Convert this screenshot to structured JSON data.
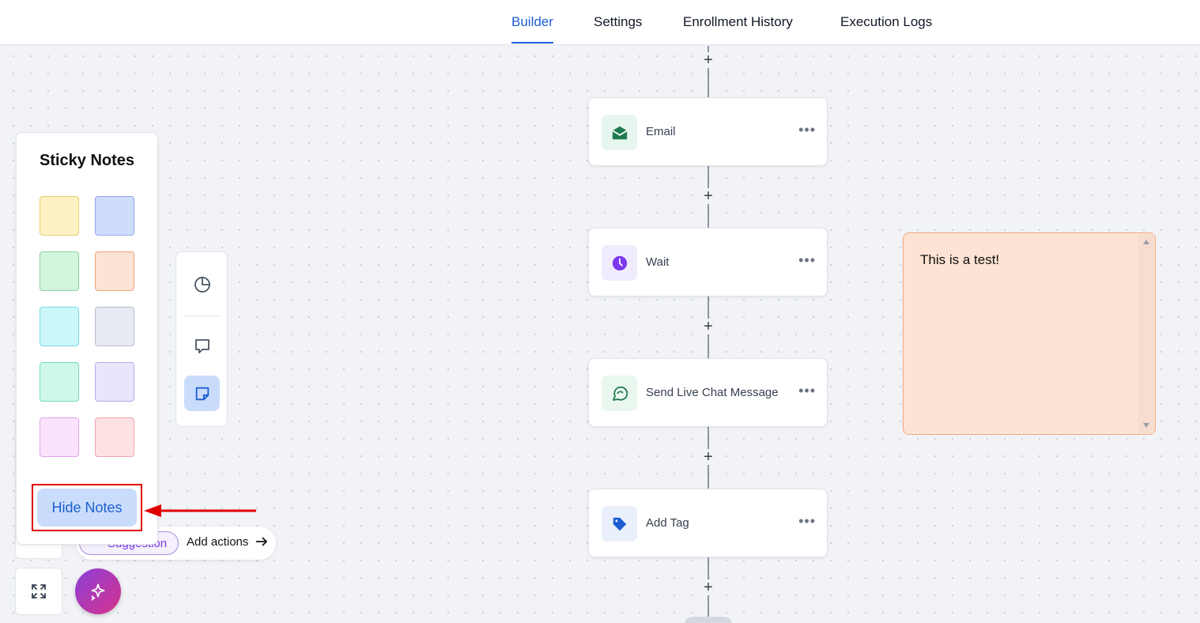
{
  "tabs": [
    {
      "label": "Builder",
      "active": true
    },
    {
      "label": "Settings",
      "active": false
    },
    {
      "label": "Enrollment History",
      "active": false
    },
    {
      "label": "Execution Logs",
      "active": false
    }
  ],
  "workflow": {
    "nodes": [
      {
        "label": "Email",
        "icon": "email-open-icon",
        "icon_color": "#1f7a4d",
        "icon_bg": "#e7f6ee"
      },
      {
        "label": "Wait",
        "icon": "clock-icon",
        "icon_color": "#7c3aed",
        "icon_bg": "#f1ecfd"
      },
      {
        "label": "Send Live Chat Message",
        "icon": "chat-bubble-icon",
        "icon_color": "#1f7a4d",
        "icon_bg": "#eaf7ef"
      },
      {
        "label": "Add Tag",
        "icon": "tag-icon",
        "icon_color": "#1d5fd1",
        "icon_bg": "#eaf0fb"
      }
    ],
    "add_step_symbol": "+",
    "more_symbol": "•••"
  },
  "sticky_note": {
    "text": "This is a test!",
    "color": "#fde3d3"
  },
  "sticky_panel": {
    "title": "Sticky Notes",
    "swatches": [
      "#fdf1c4",
      "#cfdcfb",
      "#d4f5dd",
      "#fde3d3",
      "#cdf8fb",
      "#e8eaf4",
      "#cef8ea",
      "#e8e6fc",
      "#fbe3fd",
      "#fde2e4"
    ],
    "swatch_borders": [
      "#e8cf6d",
      "#8ea6e6",
      "#86d39e",
      "#eaa47a",
      "#79d9e2",
      "#b7bccb",
      "#74dcb6",
      "#b5ace9",
      "#e0a3ec",
      "#eda6ad"
    ],
    "hide_button": "Hide Notes"
  },
  "toolbar": {
    "items": [
      "pie-chart-icon",
      "comment-icon",
      "sticky-note-icon"
    ],
    "active": "sticky-note-icon"
  },
  "bottom_bar": {
    "suggestion_label": "Suggestion",
    "add_actions_label": "Add actions"
  },
  "colors": {
    "accent": "#1d5fd1",
    "highlight_box": "#e00000"
  }
}
